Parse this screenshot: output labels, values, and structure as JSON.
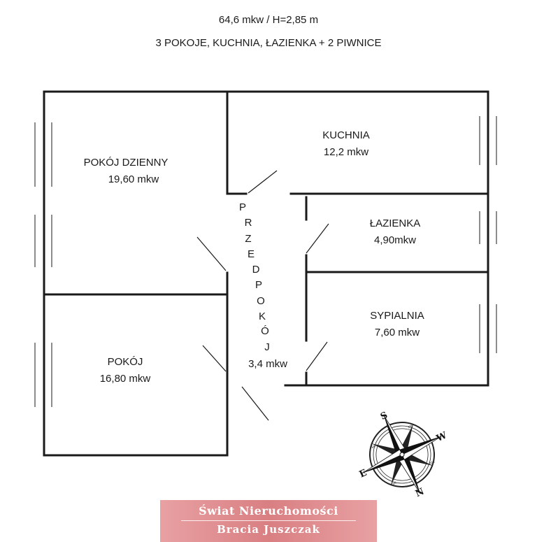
{
  "header": {
    "area_height": "64,6 mkw / H=2,85 m",
    "rooms_summary": "3 POKOJE, KUCHNIA, ŁAZIENKA + 2 PIWNICE"
  },
  "rooms": {
    "living": {
      "name": "POKÓJ DZIENNY",
      "area": "19,60 mkw"
    },
    "kitchen": {
      "name": "KUCHNIA",
      "area": "12,2 mkw"
    },
    "bathroom": {
      "name": "ŁAZIENKA",
      "area": "4,90mkw"
    },
    "bedroom": {
      "name": "SYPIALNIA",
      "area": "7,60 mkw"
    },
    "room": {
      "name": "POKÓJ",
      "area": "16,80 mkw"
    },
    "hall": {
      "letters": [
        "P",
        "R",
        "Z",
        "E",
        "D",
        "P",
        "O",
        "K",
        "Ó",
        "J"
      ],
      "area": "3,4 mkw"
    }
  },
  "compass": {
    "n": "N",
    "s": "S",
    "e": "E",
    "w": "W",
    "ne": "ne",
    "nw": "nw",
    "se": "se",
    "sw": "sw"
  },
  "logo": {
    "line1": "Świat Nieruchomości",
    "line2": "Bracia Juszczak"
  },
  "colors": {
    "wall": "#1a1a1a",
    "logo_bg": "#d97f82"
  }
}
